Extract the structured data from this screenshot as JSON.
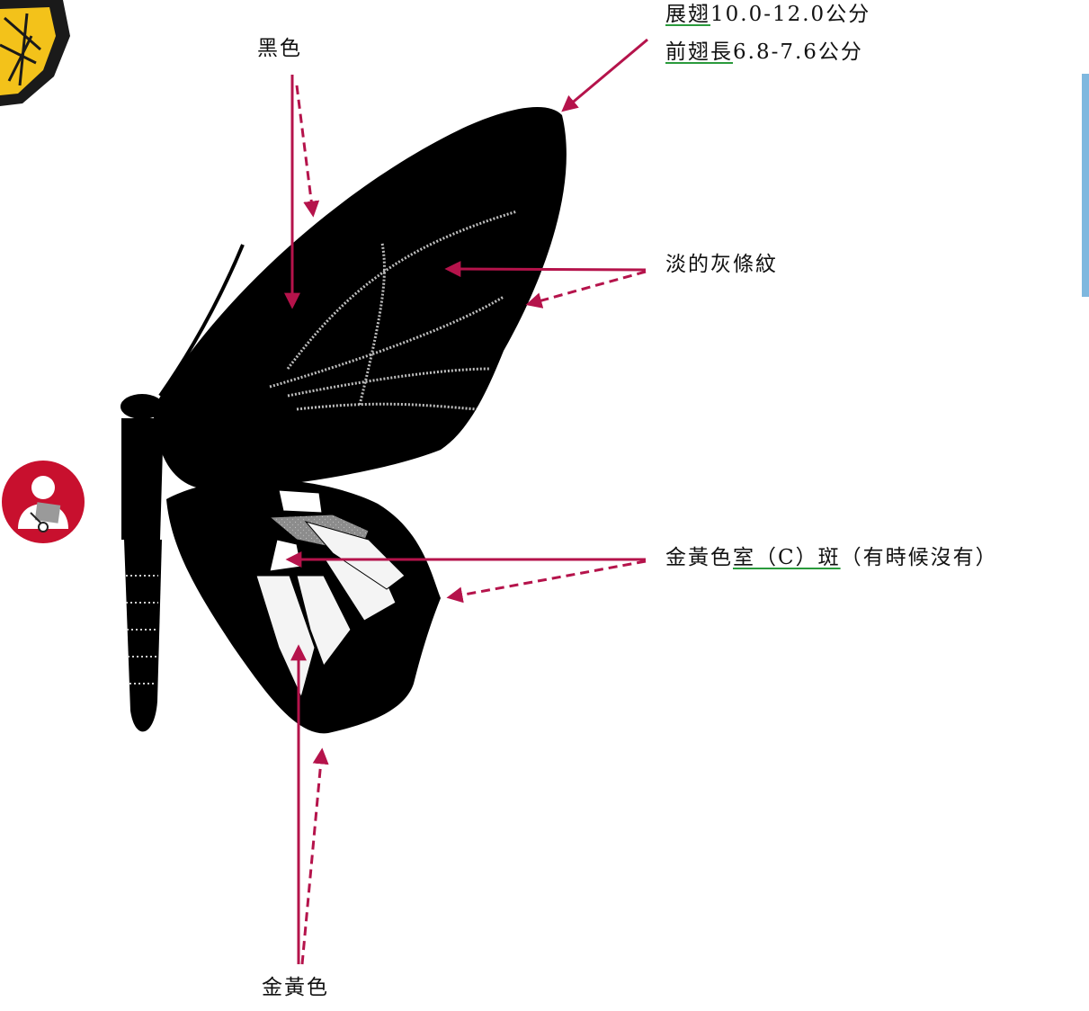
{
  "labels": {
    "black": "黑色",
    "wingspan_term": "展翅",
    "wingspan_value": "10.0-12.0公分",
    "forewing_term": "前翅長",
    "forewing_value": "6.8-7.6公分",
    "gray_stripes": "淡的灰條紋",
    "cell_spot_prefix": "金黃色",
    "cell_spot_term": "室（C）斑",
    "cell_spot_note": "（有時候沒有）",
    "golden": "金黃色"
  },
  "colors": {
    "arrow": "#b5134b",
    "underline": "#2a9a3c",
    "wing": "#000000",
    "accent_tab": "#7fb8df",
    "badge": "#c8102e",
    "gold": "#f3c21a"
  },
  "icons": [
    "butterfly-wing-corner-icon",
    "reader-badge-icon"
  ]
}
